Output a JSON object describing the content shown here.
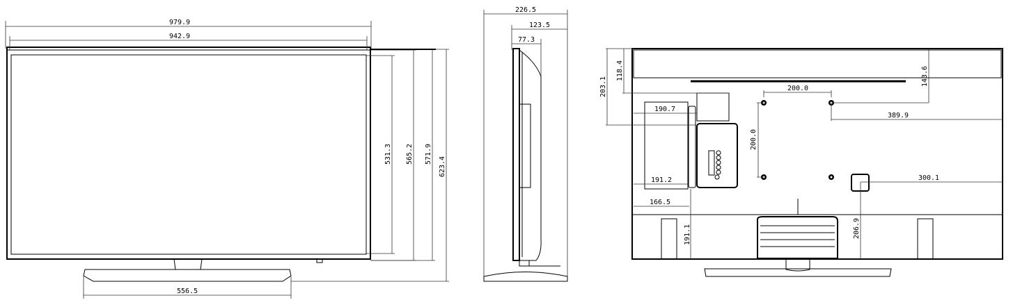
{
  "front_view": {
    "overall_width": "979.9",
    "screen_width": "942.9",
    "active_height": "531.3",
    "panel_height_inner": "565.2",
    "panel_height": "571.9",
    "total_height_with_stand": "623.4",
    "stand_width": "556.5"
  },
  "side_view": {
    "depth_with_stand": "226.5",
    "depth_stand_offset": "123.5",
    "panel_depth": "77.3"
  },
  "back_view": {
    "vesa_horizontal": "200.0",
    "vesa_vertical": "200.0",
    "top_to_vesa": "143.6",
    "vesa_to_right_edge": "389.9",
    "top_to_terminal": "203.1",
    "top_to_box": "118.4",
    "left_to_terminal_top": "190.7",
    "left_to_terminal_bottom": "191.2",
    "left_to_terminal_panel": "166.5",
    "terminal_to_bottom": "191.1",
    "power_to_right_edge": "300.1",
    "power_to_bottom": "206.9"
  }
}
